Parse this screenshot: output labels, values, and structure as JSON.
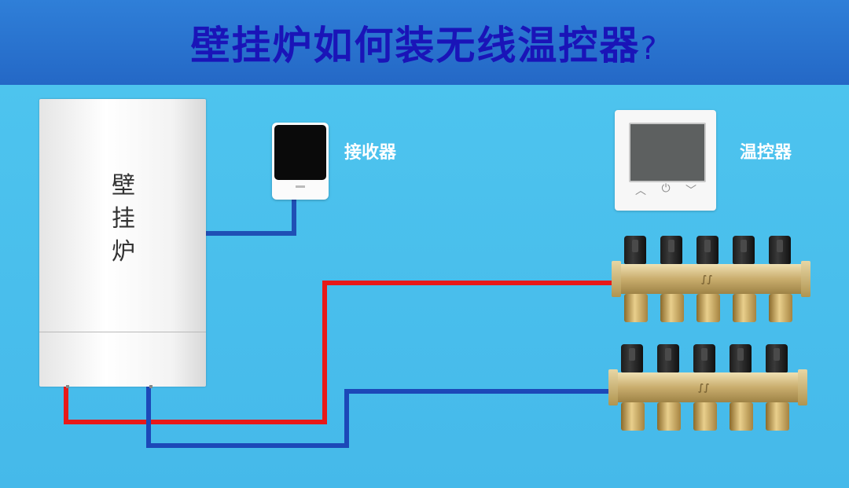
{
  "header": {
    "title": "壁挂炉如何装无线温控器",
    "title_mark": "?"
  },
  "boiler": {
    "label": "壁挂炉"
  },
  "receiver": {
    "caption": "接收器"
  },
  "thermostat": {
    "caption": "温控器",
    "buttons": [
      "up-arrow-icon",
      "power-icon",
      "down-arrow-icon"
    ]
  },
  "pipes": {
    "supply_color": "#e81919",
    "return_color": "#1c48b8",
    "signal_color": "#1f4fb5"
  },
  "manifolds": [
    {
      "name": "supply-manifold",
      "loops": 5
    },
    {
      "name": "return-manifold",
      "loops": 5
    }
  ]
}
